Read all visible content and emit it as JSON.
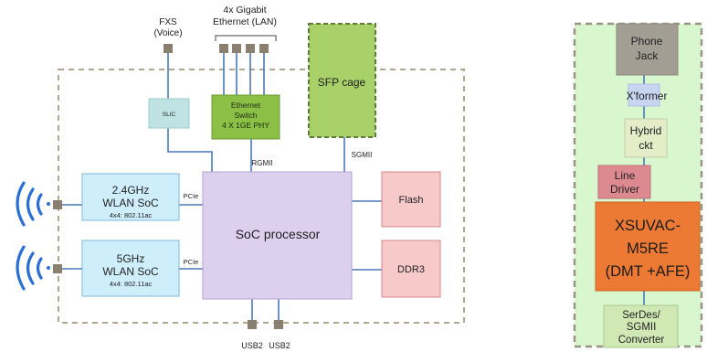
{
  "left_diagram": {
    "fxs_label": [
      "FXS",
      "(Voice)"
    ],
    "lan_label": [
      "4x Gigabit",
      "Ethernet (LAN)"
    ],
    "sfp_label": "SFP cage",
    "slic_label": "SLIC",
    "eth_switch_label": [
      "Ethernet",
      "Switch",
      "4 X 1GE PHY"
    ],
    "rgmii_label": "RGMII",
    "sgmii_label": "SGMII",
    "wlan24": {
      "title": "2.4GHz",
      "subtitle": "WLAN  SoC",
      "detail": "4x4: 802.11ac"
    },
    "wlan5": {
      "title": "5GHz",
      "subtitle": "WLAN  SoC",
      "detail": "4x4: 802.11ac"
    },
    "pcie_top": "PCIe",
    "pcie_bottom": "PCIe",
    "soc_label": "SoC processor",
    "flash_label": "Flash",
    "ddr_label": "DDR3",
    "usb_labels": [
      "USB2",
      "USB2"
    ]
  },
  "right_diagram": {
    "phone_jack": [
      "Phone",
      "Jack"
    ],
    "xformer": "X'former",
    "hybrid": [
      "Hybrid",
      "ckt"
    ],
    "line_driver": [
      "Line",
      "Driver"
    ],
    "xsuvac": [
      "XSUVAC-",
      "M5RE",
      "(DMT +AFE)"
    ],
    "serdes": [
      "SerDes/",
      "SGMII",
      "Converter"
    ]
  },
  "colors": {
    "block_fill": "#cfeefb",
    "soc_fill": "#ddd0ee",
    "memory_fill": "#f7c9c9",
    "sfp_fill": "#a9d16a",
    "switch_fill": "#8bbf45",
    "right_panel_fill": "#d9f7cf",
    "phone_jack_fill": "#a39e94",
    "xsuvac_fill": "#ec7a34",
    "line_driver_fill": "#dc8a90",
    "connector": "#7f7f72",
    "bus_line": "#4a78b8"
  }
}
